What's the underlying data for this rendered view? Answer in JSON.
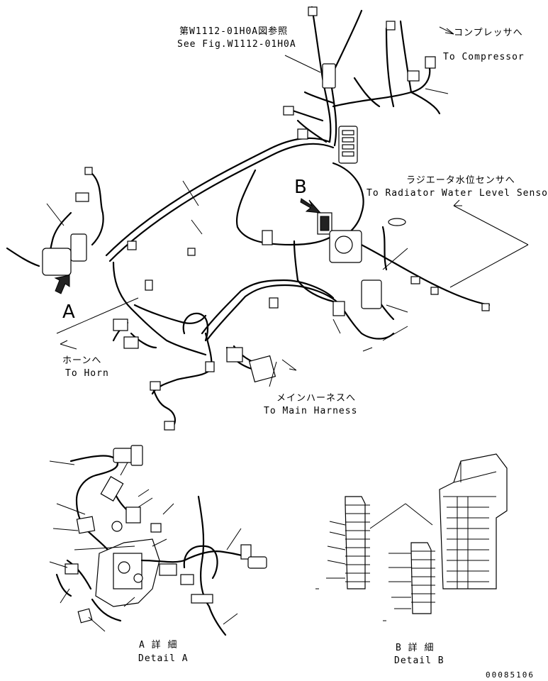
{
  "reference": {
    "jp": "第W1112-01H0A図参照",
    "en": "See Fig.W1112-01H0A"
  },
  "compressor": {
    "jp": "コンプレッサへ",
    "en": "To Compressor"
  },
  "radiator": {
    "jp": "ラジエータ水位センサへ",
    "en": "To Radiator Water Level Sensor"
  },
  "horn": {
    "jp": "ホーンへ",
    "en": "To Horn"
  },
  "main_harness": {
    "jp": "メインハーネスへ",
    "en": "To Main Harness"
  },
  "view_markers": {
    "a": "A",
    "b": "B"
  },
  "detail_a": {
    "jp": "A 詳 細",
    "en": "Detail A"
  },
  "detail_b": {
    "jp": "B 詳 細",
    "en": "Detail B"
  },
  "drawing_number": "00085106"
}
